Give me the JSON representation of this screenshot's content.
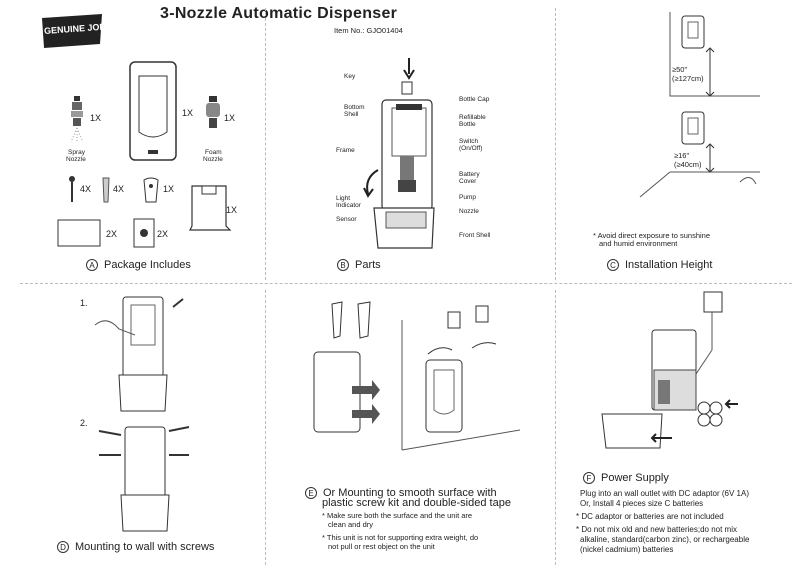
{
  "header": {
    "brand": "GENUINE JOE",
    "title": "3-Nozzle  Automatic Dispenser",
    "item_no": "Item No.: GJO01404"
  },
  "sections": {
    "a": {
      "badge": "A",
      "label": "Package Includes"
    },
    "b": {
      "badge": "B",
      "label": "Parts"
    },
    "c": {
      "badge": "C",
      "label": "Installation Height"
    },
    "d": {
      "badge": "D",
      "label": "Mounting to wall with screws"
    },
    "e": {
      "badge": "E",
      "label": "Or Mounting to smooth surface with",
      "label2": "plastic screw kit and double-sided tape"
    },
    "f": {
      "badge": "F",
      "label": "Power Supply"
    }
  },
  "package": {
    "spray_label": "Spray",
    "spray_label2": "Nozzle",
    "spray_count": "1X",
    "dispenser_count": "1X",
    "foam_label": "Foam",
    "foam_label2": "Nozzle",
    "foam_count": "1X",
    "screw_count": "4X",
    "anchor_count": "4X",
    "key_count": "1X",
    "holder_count": "1X",
    "tape_count": "2X",
    "plate_count": "2X"
  },
  "parts": {
    "key": "Key",
    "bottom_shell": "Bottom",
    "bottom_shell2": "Shell",
    "frame": "Frame",
    "light": "Light",
    "light2": "Indicator",
    "sensor": "Sensor",
    "bottle_cap": "Bottle Cap",
    "refill": "Refillable",
    "refill2": "Bottle",
    "switch": "Switch",
    "switch2": "(On/Off)",
    "battery": "Battery",
    "battery2": "Cover",
    "pump": "Pump",
    "nozzle": "Nozzle",
    "front_shell": "Front Shell"
  },
  "installation": {
    "h1": "≥50\"",
    "h1b": "(≥127cm)",
    "h2": "≥16\"",
    "h2b": "(≥40cm)",
    "note1": "* Avoid direct exposure to sunshine",
    "note2": "and humid environment"
  },
  "mounting": {
    "step1": "1.",
    "step2": "2."
  },
  "smooth": {
    "note1a": "* Make sure both the surface and the unit are",
    "note1b": "clean and dry",
    "note2a": "* This unit is not for supporting extra weight, do",
    "note2b": "not pull or rest object on the unit"
  },
  "power": {
    "line1": "Plug into an wall outlet with DC adaptor (6V 1A)",
    "line2": "Or, Install 4 pieces size C batteries",
    "line3": "* DC adaptor or batteries are not included",
    "line4": "* Do  not mix old and new batteries;do not mix",
    "line5": "alkaline,  standard(carbon zinc),  or rechargeable",
    "line6": "(nickel cadmium) batteries"
  }
}
